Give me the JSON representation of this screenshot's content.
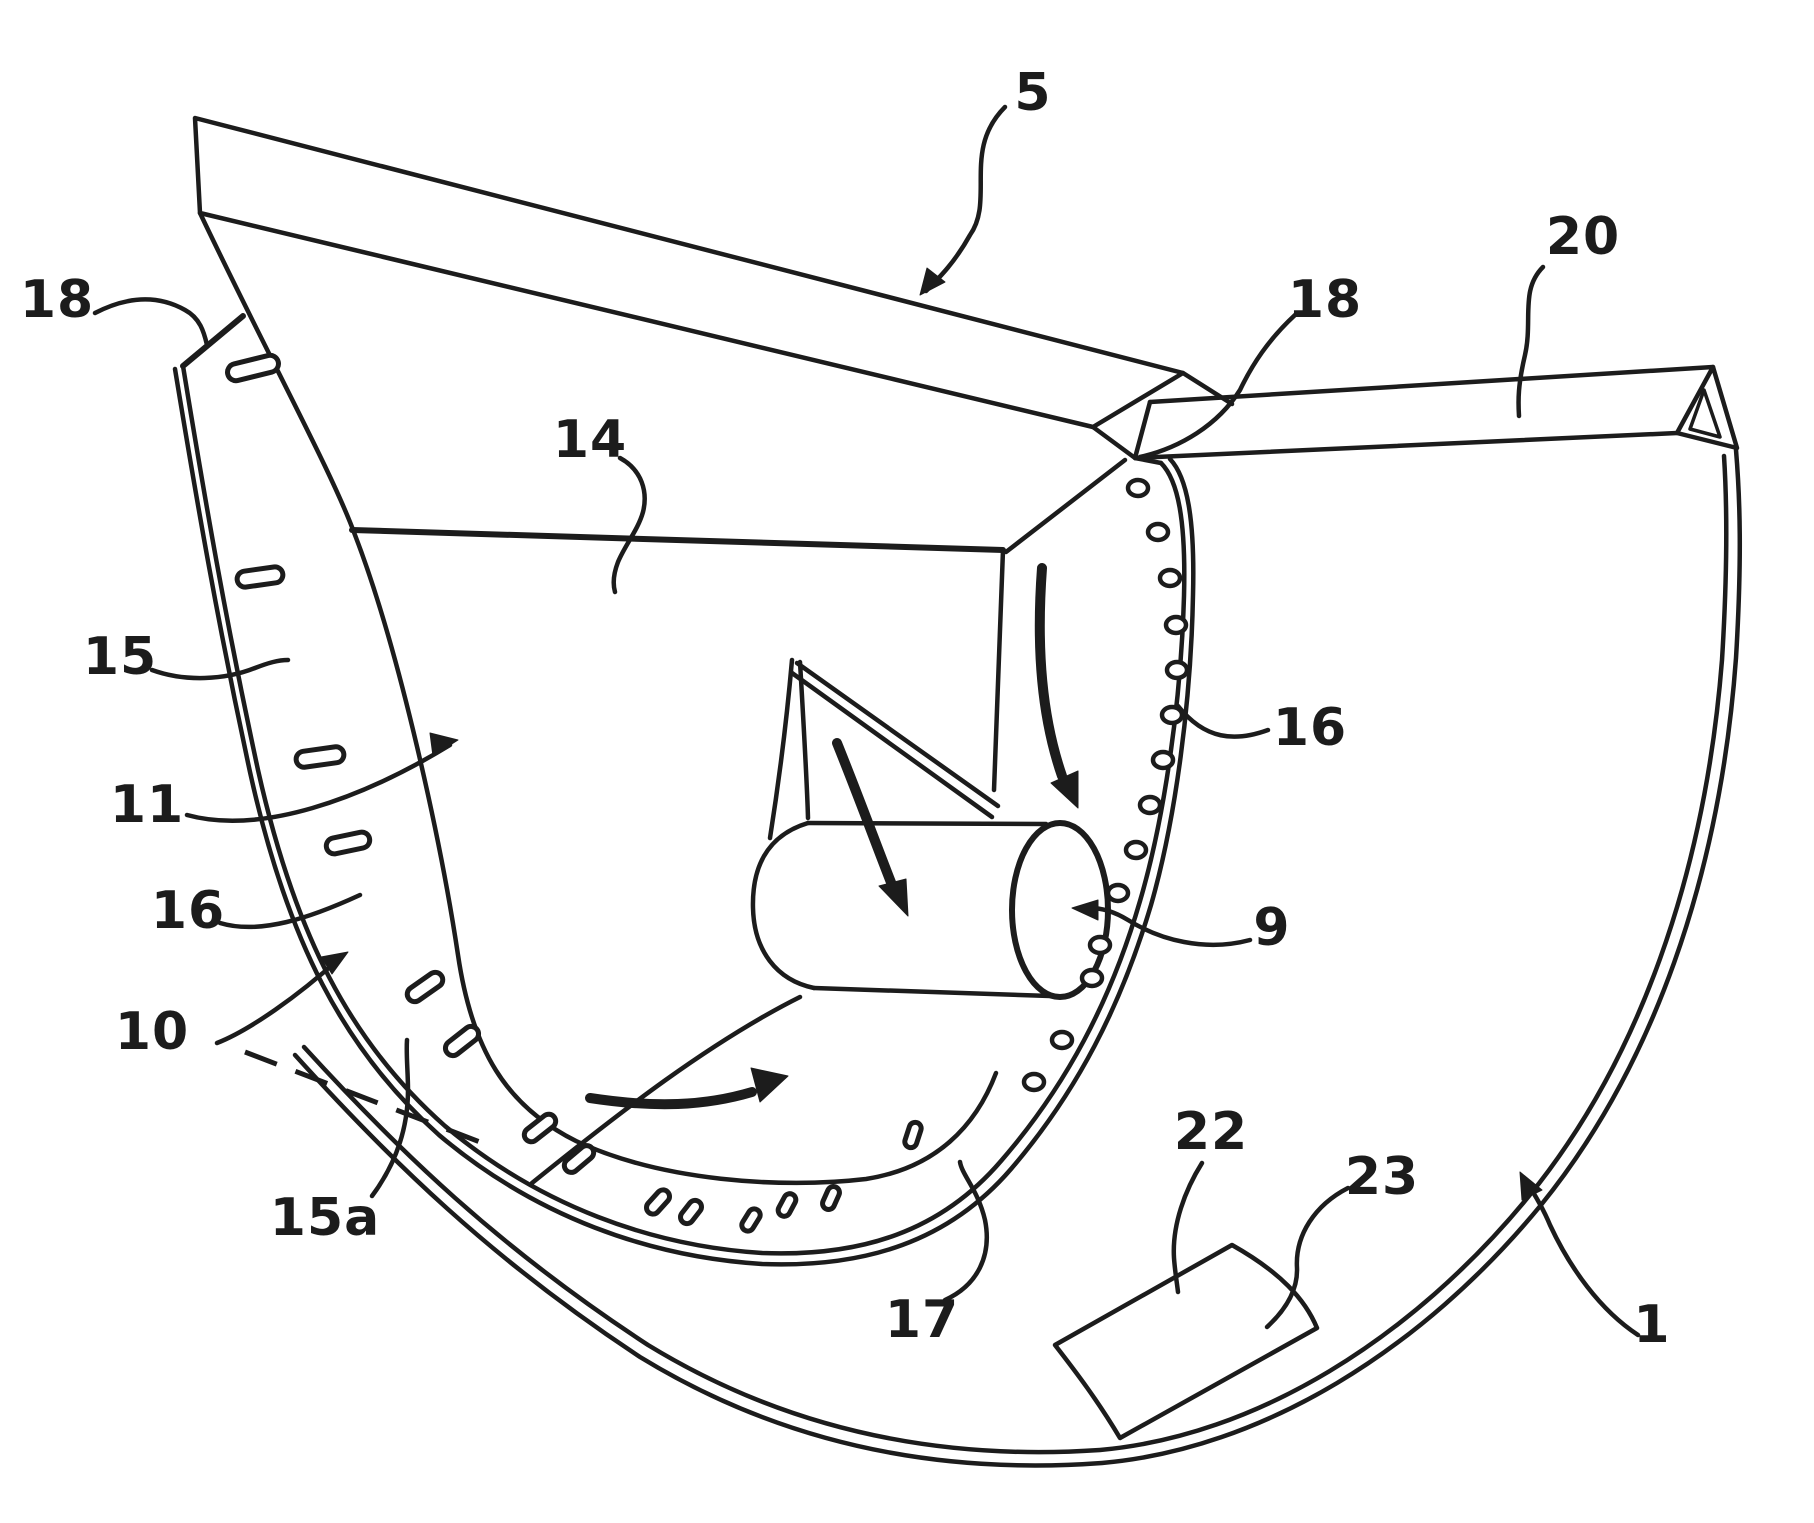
{
  "figure": {
    "kind": "patent-line-drawing",
    "colors": {
      "ink": "#1c1c1c",
      "background": "#ffffff"
    },
    "labels": {
      "l18a": {
        "text": "18"
      },
      "l5": {
        "text": "5"
      },
      "l20": {
        "text": "20"
      },
      "l18b": {
        "text": "18"
      },
      "l14": {
        "text": "14"
      },
      "l15": {
        "text": "15"
      },
      "l11": {
        "text": "11"
      },
      "l16l": {
        "text": "16"
      },
      "l16r": {
        "text": "16"
      },
      "l10": {
        "text": "10"
      },
      "l15a": {
        "text": "15a"
      },
      "l9": {
        "text": "9"
      },
      "l17": {
        "text": "17"
      },
      "l22": {
        "text": "22"
      },
      "l23": {
        "text": "23"
      },
      "l1": {
        "text": "1"
      }
    }
  }
}
